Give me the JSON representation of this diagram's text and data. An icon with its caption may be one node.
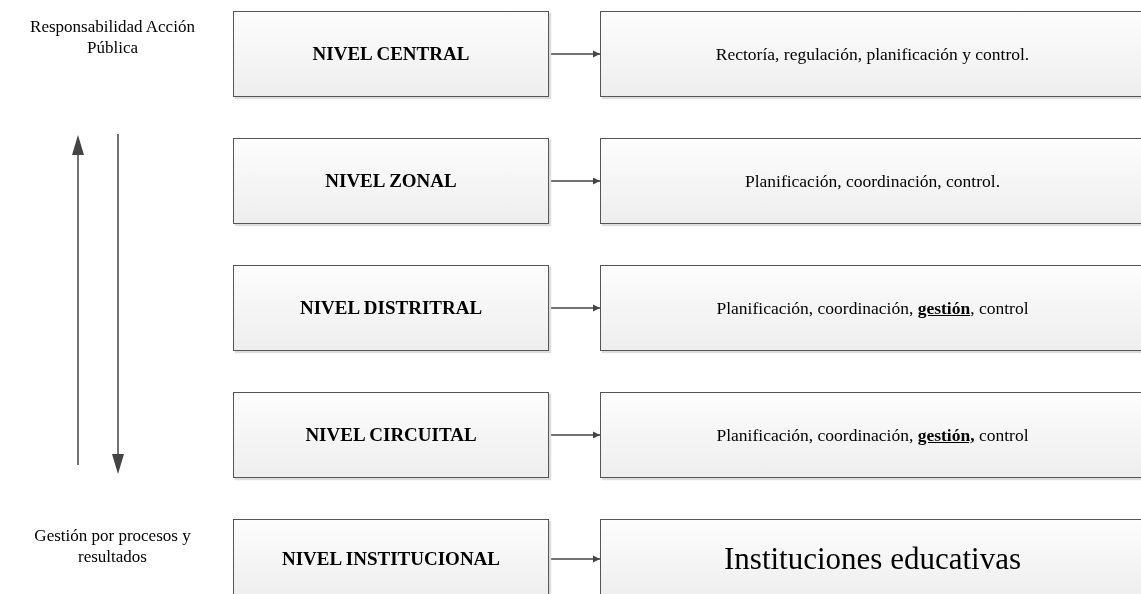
{
  "diagram": {
    "nodes": [
      {
        "text": [
          "NIVEL CENTRAL"
        ]
      },
      {
        "text": [
          "Rectoría, regulación, planificación y control."
        ]
      },
      {
        "text": [
          "NIVEL ZONAL"
        ]
      },
      {
        "text": [
          "Planificación, coordinación, control."
        ]
      },
      {
        "text": [
          "NIVEL DISTRITRAL"
        ]
      },
      {
        "text": [
          "Planificación, coordinación, **gestión**, control"
        ]
      },
      {
        "text": [
          "NIVEL CIRCUITAL"
        ]
      },
      {
        "text": [
          "Planificación, coordinación, **gestión,** control"
        ]
      },
      {
        "text": [
          "NIVEL INSTITUCIONAL"
        ]
      },
      {
        "text": [
          "Instituciones educativas"
        ]
      }
    ],
    "edges": [
      {
        "from": 0,
        "to": 1,
        "arrow": "to"
      },
      {
        "from": 2,
        "to": 3,
        "arrow": "to"
      },
      {
        "from": 4,
        "to": 5,
        "arrow": "to"
      },
      {
        "from": 6,
        "to": 7,
        "arrow": "to"
      },
      {
        "from": 8,
        "to": 9,
        "arrow": "to"
      }
    ],
    "labels": [
      "Responsabilidad Acción Pública",
      "Gestión por procesos y resultados"
    ]
  }
}
